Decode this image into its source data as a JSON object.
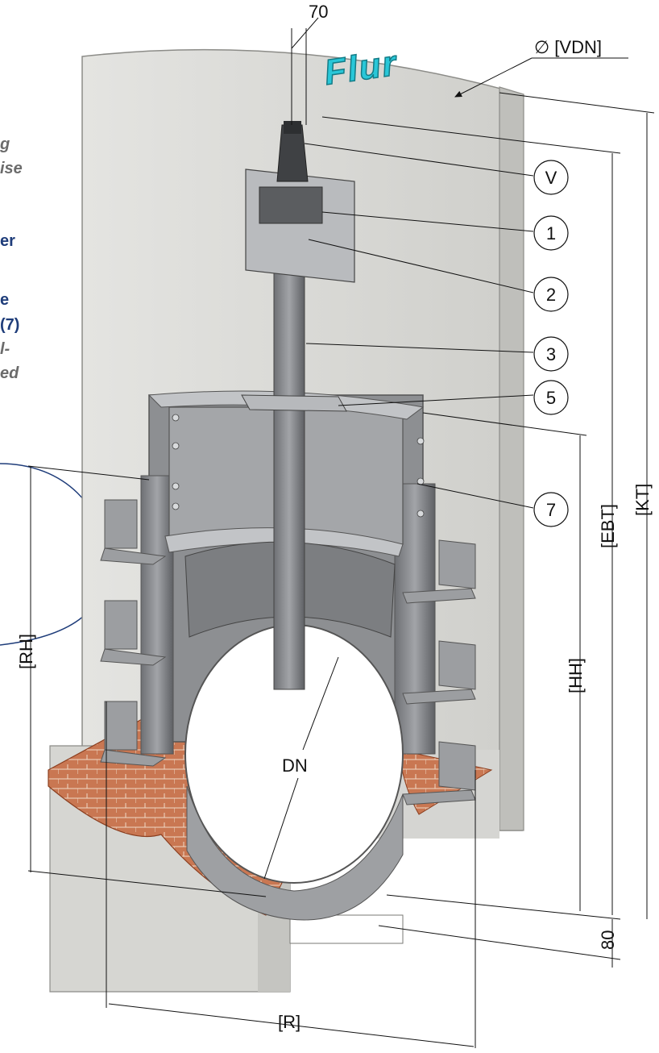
{
  "brand": {
    "text": "Flur",
    "color": "#29c7d8"
  },
  "dimensions": {
    "top_width": "70",
    "diameter": "∅ [VDN]",
    "kt": "[KT]",
    "ebt": "[EBT]",
    "hh": "[HH]",
    "rh": "[RH]",
    "r": "[R]",
    "bottom_offset": "80",
    "dn": "DN"
  },
  "callouts": [
    {
      "label": "V"
    },
    {
      "label": "1"
    },
    {
      "label": "2"
    },
    {
      "label": "3"
    },
    {
      "label": "5"
    },
    {
      "label": "7"
    }
  ],
  "side_notes": {
    "line_1": "g",
    "line_2": "ise",
    "line_3": "er",
    "line_4": "e",
    "line_5": "(7)",
    "line_6": "l-",
    "line_7": "ed"
  },
  "colors": {
    "concrete": "#d8d8d4",
    "brick": "#c97752",
    "steel": "#8d8f92",
    "background": "#ffffff",
    "circle_outline": "#1f3d7a"
  }
}
